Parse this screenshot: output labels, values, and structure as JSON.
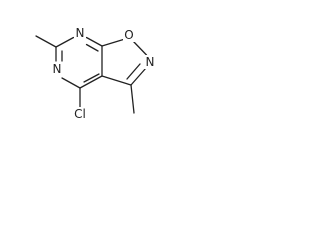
{
  "molecule": {
    "atoms": {
      "n_top": "N",
      "o_ring": "O",
      "n_isox": "N",
      "n_bottom": "N",
      "cl": "Cl"
    }
  }
}
